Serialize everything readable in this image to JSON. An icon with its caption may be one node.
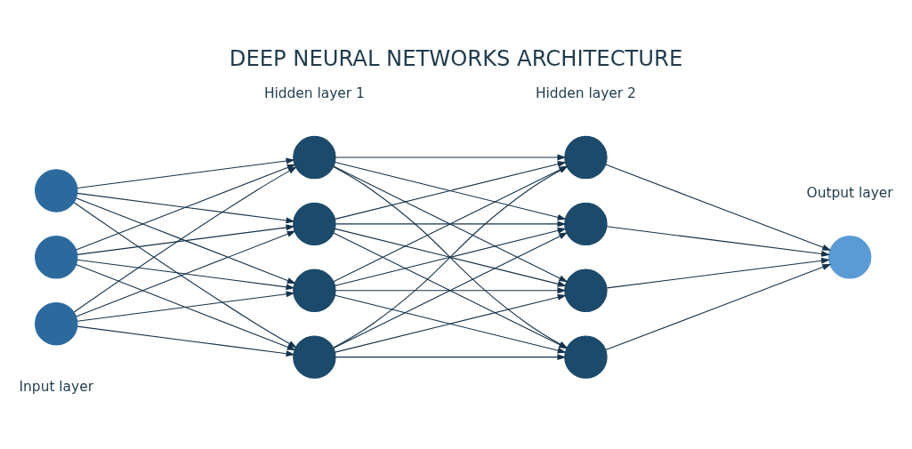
{
  "diagram": {
    "title": "DEEP NEURAL NETWORKS ARCHITECTURE",
    "nodes": [
      {
        "text": [],
        "shape": "circle"
      },
      {
        "text": [],
        "shape": "circle"
      },
      {
        "text": [],
        "shape": "circle"
      },
      {
        "text": [],
        "shape": "circle"
      },
      {
        "text": [],
        "shape": "circle"
      },
      {
        "text": [],
        "shape": "circle"
      },
      {
        "text": [],
        "shape": "circle"
      },
      {
        "text": [],
        "shape": "circle"
      },
      {
        "text": [],
        "shape": "circle"
      },
      {
        "text": [],
        "shape": "circle"
      },
      {
        "text": [],
        "shape": "circle"
      },
      {
        "text": [],
        "shape": "circle"
      }
    ],
    "edges": [
      {
        "from": 0,
        "to": 3,
        "arrow": "to"
      },
      {
        "from": 0,
        "to": 4,
        "arrow": "to"
      },
      {
        "from": 0,
        "to": 5,
        "arrow": "to"
      },
      {
        "from": 0,
        "to": 6,
        "arrow": "to"
      },
      {
        "from": 1,
        "to": 3,
        "arrow": "to"
      },
      {
        "from": 1,
        "to": 4,
        "arrow": "to"
      },
      {
        "from": 1,
        "to": 5,
        "arrow": "to"
      },
      {
        "from": 1,
        "to": 6,
        "arrow": "to"
      },
      {
        "from": 2,
        "to": 3,
        "arrow": "to"
      },
      {
        "from": 2,
        "to": 4,
        "arrow": "to"
      },
      {
        "from": 2,
        "to": 5,
        "arrow": "to"
      },
      {
        "from": 2,
        "to": 6,
        "arrow": "to"
      },
      {
        "from": 3,
        "to": 7,
        "arrow": "to"
      },
      {
        "from": 3,
        "to": 8,
        "arrow": "to"
      },
      {
        "from": 3,
        "to": 9,
        "arrow": "to"
      },
      {
        "from": 3,
        "to": 10,
        "arrow": "to"
      },
      {
        "from": 4,
        "to": 7,
        "arrow": "to"
      },
      {
        "from": 4,
        "to": 8,
        "arrow": "to"
      },
      {
        "from": 4,
        "to": 9,
        "arrow": "to"
      },
      {
        "from": 4,
        "to": 10,
        "arrow": "to"
      },
      {
        "from": 5,
        "to": 7,
        "arrow": "to"
      },
      {
        "from": 5,
        "to": 8,
        "arrow": "to"
      },
      {
        "from": 5,
        "to": 9,
        "arrow": "to"
      },
      {
        "from": 5,
        "to": 10,
        "arrow": "to"
      },
      {
        "from": 6,
        "to": 7,
        "arrow": "to"
      },
      {
        "from": 6,
        "to": 8,
        "arrow": "to"
      },
      {
        "from": 6,
        "to": 9,
        "arrow": "to"
      },
      {
        "from": 6,
        "to": 10,
        "arrow": "to"
      },
      {
        "from": 7,
        "to": 11,
        "arrow": "to"
      },
      {
        "from": 8,
        "to": 11,
        "arrow": "to"
      },
      {
        "from": 9,
        "to": 11,
        "arrow": "to"
      },
      {
        "from": 10,
        "to": 11,
        "arrow": "to"
      }
    ],
    "labels": [
      "Input layer",
      "Hidden layer 1",
      "Hidden layer 2",
      "Output layer"
    ]
  }
}
